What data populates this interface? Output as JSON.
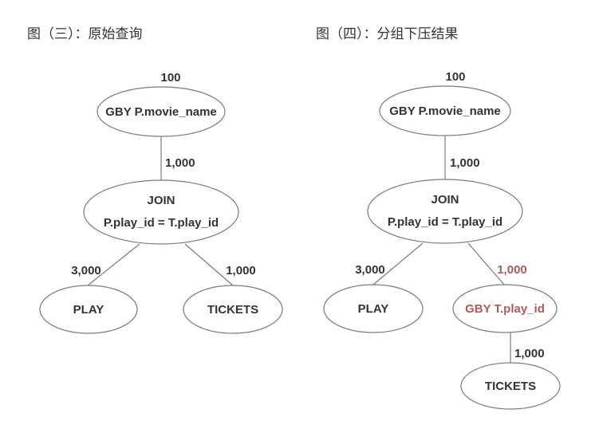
{
  "left": {
    "caption": "图（三）：原始查询",
    "gby_count": "100",
    "gby_label": "GBY P.movie_name",
    "join_count": "1,000",
    "join_label": "JOIN",
    "join_cond": "P.play_id = T.play_id",
    "play_count": "3,000",
    "play_label": "PLAY",
    "tickets_count": "1,000",
    "tickets_label": "TICKETS"
  },
  "right": {
    "caption": "图（四）：分组下压结果",
    "gby_count": "100",
    "gby_label": "GBY P.movie_name",
    "join_count": "1,000",
    "join_label": "JOIN",
    "join_cond": "P.play_id = T.play_id",
    "play_count": "3,000",
    "play_label": "PLAY",
    "gby2_count": "1,000",
    "gby2_label": "GBY T.play_id",
    "tickets_count": "1,000",
    "tickets_label": "TICKETS"
  },
  "colors": {
    "node_stroke": "#7a7a7a",
    "text": "#333333",
    "highlight": "#b05a5a"
  }
}
